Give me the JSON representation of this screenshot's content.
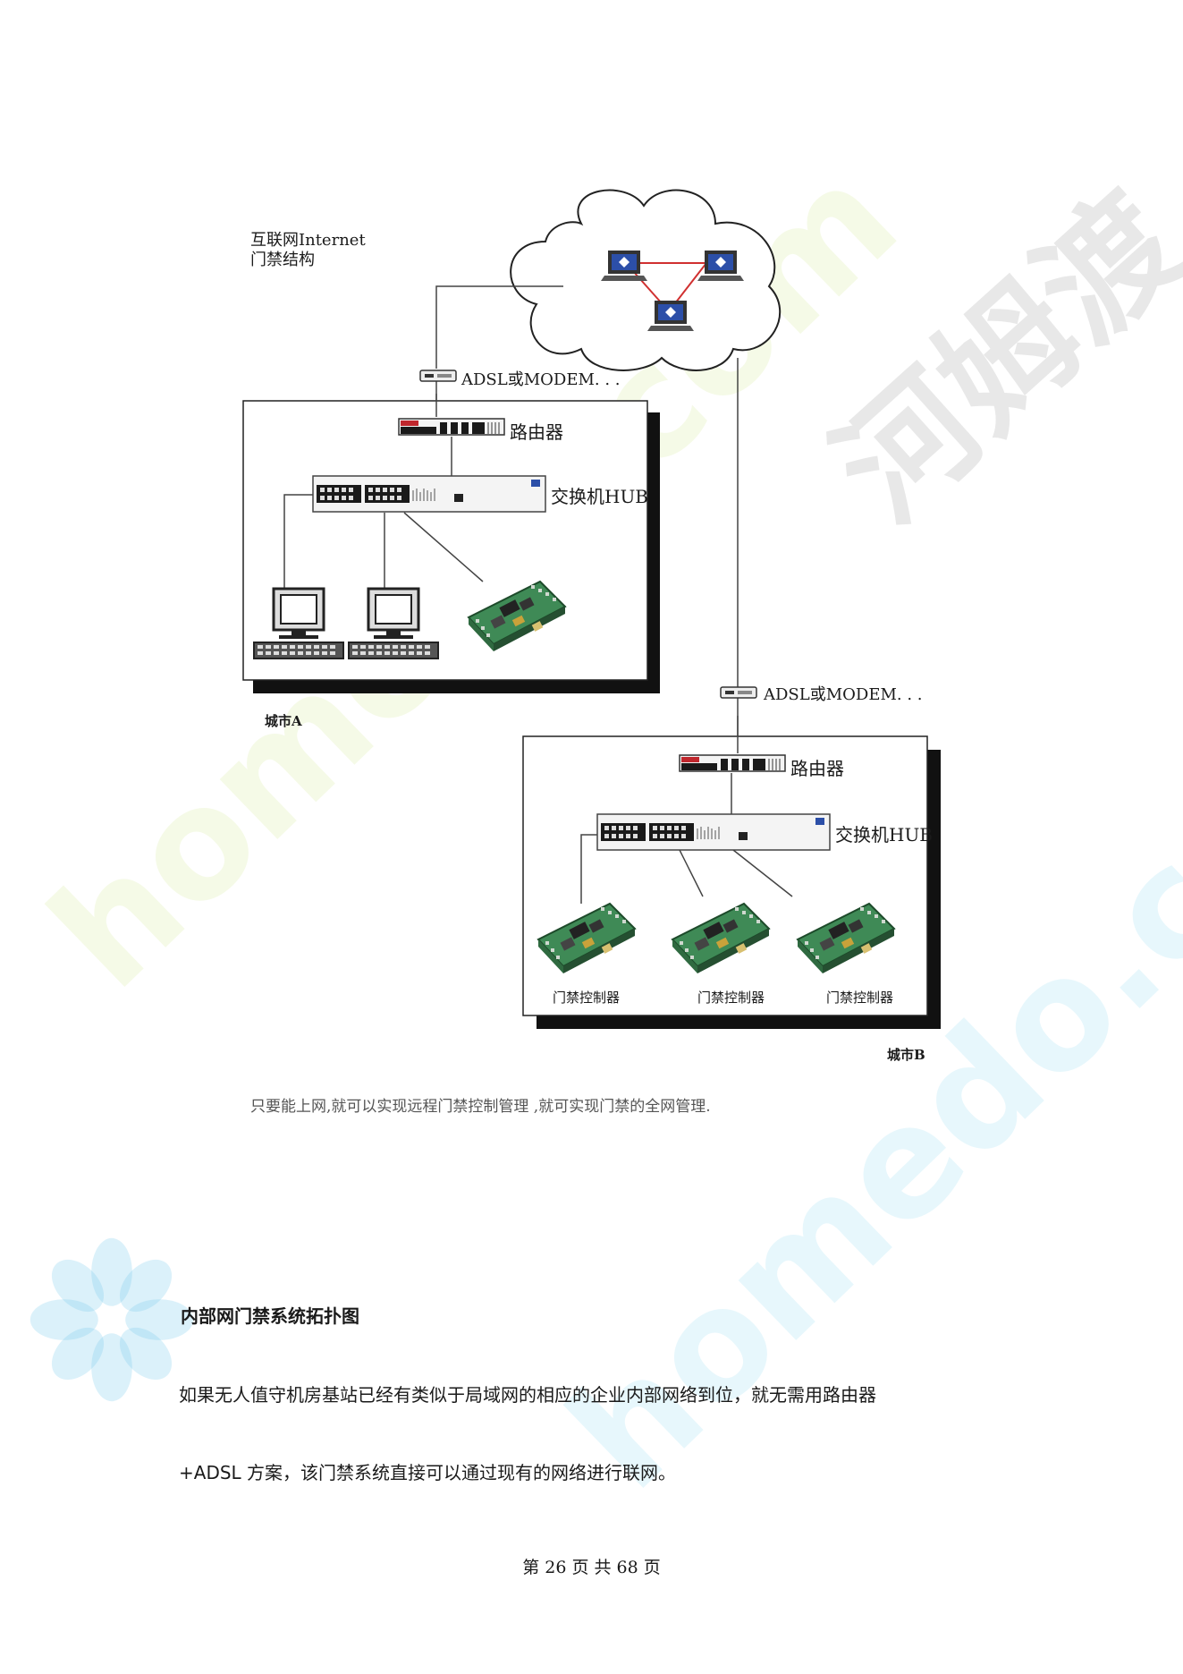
{
  "diagram": {
    "title_line1": "互联网Internet",
    "title_line2": "门禁结构",
    "modem_label_a": "ADSL或MODEM. . .",
    "modem_label_b": "ADSL或MODEM. . .",
    "router_label_a": "路由器",
    "switch_label_a": "交换机HUB",
    "city_a": "城市A",
    "router_label_b": "路由器",
    "switch_label_b": "交换机HUB",
    "controller_labels": [
      "门禁控制器",
      "门禁控制器",
      "门禁控制器"
    ],
    "city_b": "城市B"
  },
  "caption": "只要能上网,就可以实现远程门禁控制管理 ,就可实现门禁的全网管理.",
  "section_heading": "内部网门禁系统拓扑图",
  "paragraph_line1": "如果无人值守机房基站已经有类似于局域网的相应的企业内部网络到位，就无需用路由器",
  "paragraph_line2": "+ADSL 方案，该门禁系统直接可以通过现有的网络进行联网。",
  "footer": "第 26 页 共 68 页",
  "watermarks": {
    "chinese": "河姆渡",
    "english": "homedo.com"
  },
  "colors": {
    "text": "#1a1a1a",
    "link_red": "#d03030",
    "board_green": "#3f8a56"
  }
}
